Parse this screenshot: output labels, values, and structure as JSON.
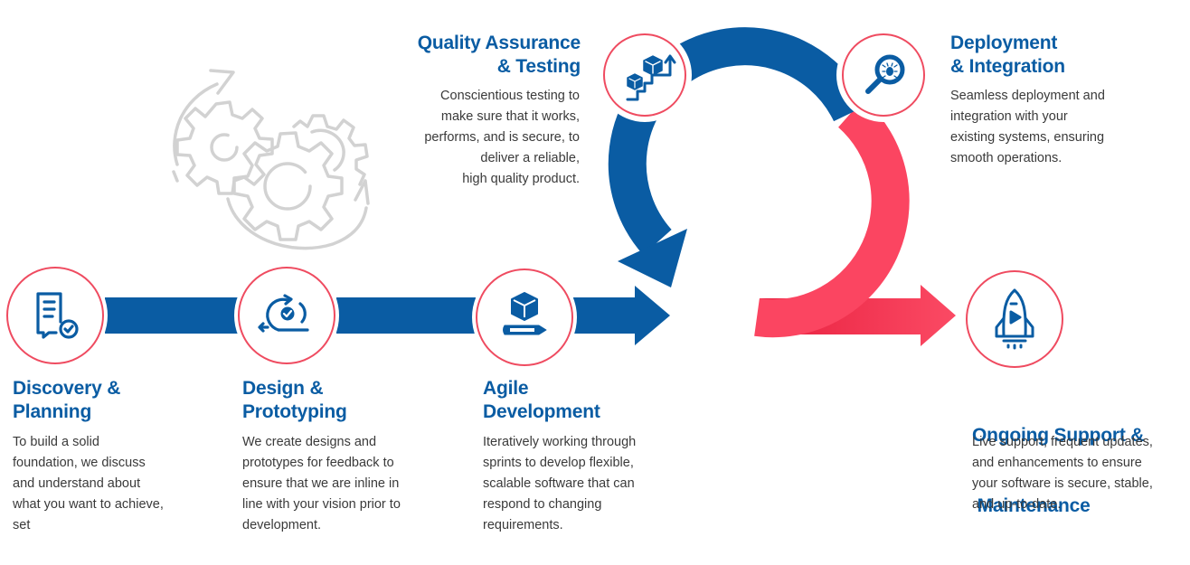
{
  "colors": {
    "brand_blue": "#0a5ca3",
    "accent_red": "#f9435f",
    "ring_stroke": "#ef4b60",
    "gear_gray": "#d2d2d2",
    "text_gray": "#3a3a3a"
  },
  "stages": [
    {
      "id": "discovery",
      "icon": "document-check-icon",
      "title_lines": [
        "Discovery &",
        "Planning"
      ],
      "desc_lines": [
        "To build a solid",
        "foundation, we discuss",
        "and understand about",
        "what you want to achieve,",
        "set"
      ]
    },
    {
      "id": "design",
      "icon": "iterate-cycle-icon",
      "title_lines": [
        "Design &",
        "Prototyping"
      ],
      "desc_lines": [
        "We create designs and",
        "prototypes for feedback to",
        "ensure that we are inline in",
        "line with your vision prior to",
        "development."
      ]
    },
    {
      "id": "agile",
      "icon": "cube-pencil-icon",
      "title_lines": [
        "Agile",
        "Development"
      ],
      "desc_lines": [
        "Iteratively working through",
        "sprints to develop flexible,",
        "scalable software that can",
        "respond to changing",
        "requirements."
      ]
    },
    {
      "id": "qa",
      "icon": "boxes-stairs-icon",
      "title_lines": [
        "Quality Assurance",
        "& Testing"
      ],
      "desc_lines": [
        "Conscientious testing to",
        "make sure that it works,",
        "performs, and is secure, to",
        "deliver a reliable,",
        "high quality product."
      ]
    },
    {
      "id": "deployment",
      "icon": "bug-magnifier-icon",
      "title_lines": [
        "Deployment",
        "& Integration"
      ],
      "desc_lines": [
        "Seamless deployment and",
        "integration with your",
        "existing systems, ensuring",
        "smooth operations."
      ]
    },
    {
      "id": "support",
      "icon": "rocket-icon",
      "title_lines": [
        "Ongoing Support &",
        " Maintenance"
      ],
      "desc_lines": [
        "Live support, frequent updates,",
        "and enhancements to ensure",
        "your software is secure, stable,",
        "and up-to-date."
      ]
    }
  ]
}
